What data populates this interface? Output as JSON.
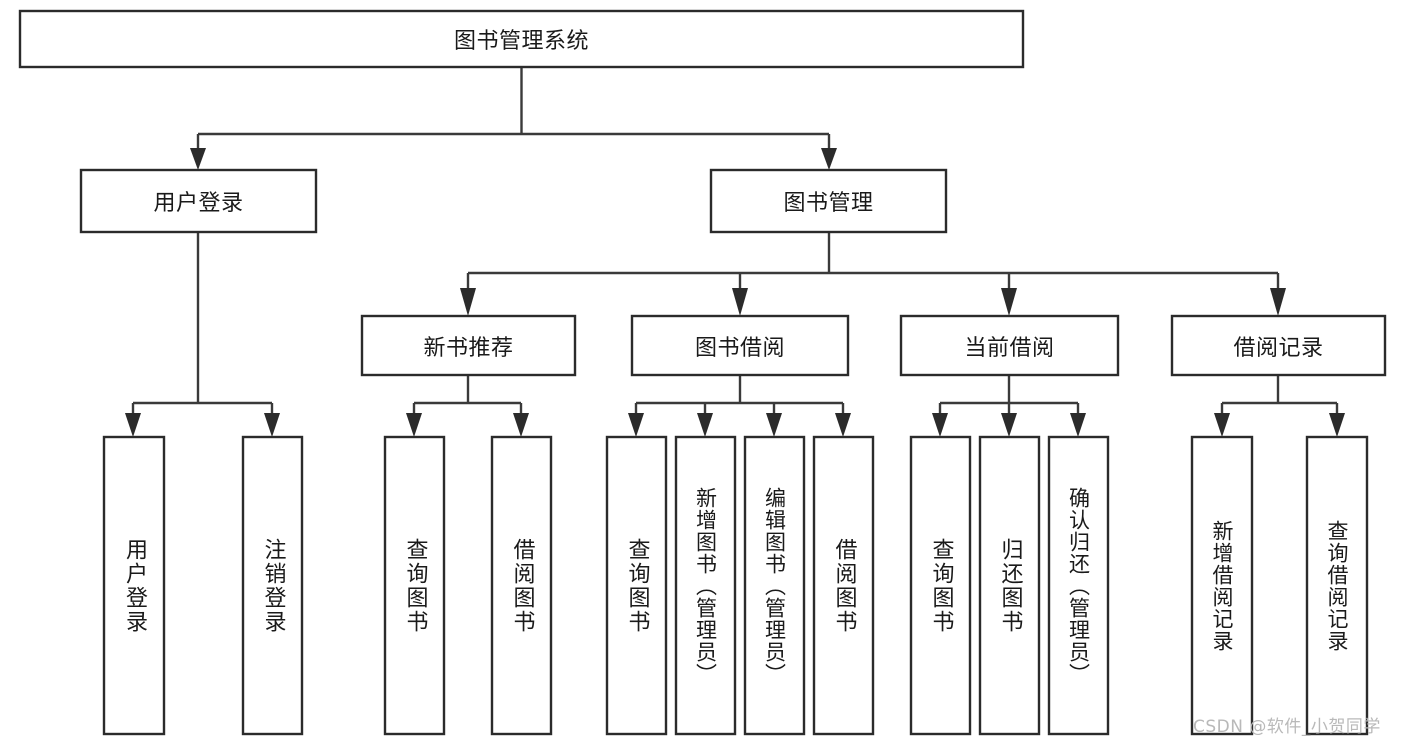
{
  "diagram": {
    "type": "tree-hierarchy-chart",
    "title": "图书管理系统",
    "watermark": "CSDN @软件_小贺同学",
    "colors": {
      "box_stroke": "#2b2b2b",
      "connector": "#3a3a3a",
      "box_fill": "#ffffff",
      "text": "#1a1a1a",
      "watermark": "#b9b9b9",
      "background": "#ffffff"
    },
    "root": {
      "label": "图书管理系统",
      "level": 0
    },
    "level2": [
      {
        "label": "用户登录"
      },
      {
        "label": "图书管理"
      }
    ],
    "level3": [
      {
        "label": "新书推荐"
      },
      {
        "label": "图书借阅"
      },
      {
        "label": "当前借阅"
      },
      {
        "label": "借阅记录"
      }
    ],
    "leaves": {
      "user_login": [
        {
          "label": "用户登录"
        },
        {
          "label": "注销登录"
        }
      ],
      "new_book_recommend": [
        {
          "label": "查询图书"
        },
        {
          "label": "借阅图书"
        }
      ],
      "book_borrow": [
        {
          "label": "查询图书"
        },
        {
          "label": "新增图书（管理员）"
        },
        {
          "label": "编辑图书（管理员）"
        },
        {
          "label": "借阅图书"
        }
      ],
      "current_borrow": [
        {
          "label": "查询图书"
        },
        {
          "label": "归还图书"
        },
        {
          "label": "确认归还（管理员）"
        }
      ],
      "borrow_record": [
        {
          "label": "新增借阅记录"
        },
        {
          "label": "查询借阅记录"
        }
      ]
    }
  }
}
